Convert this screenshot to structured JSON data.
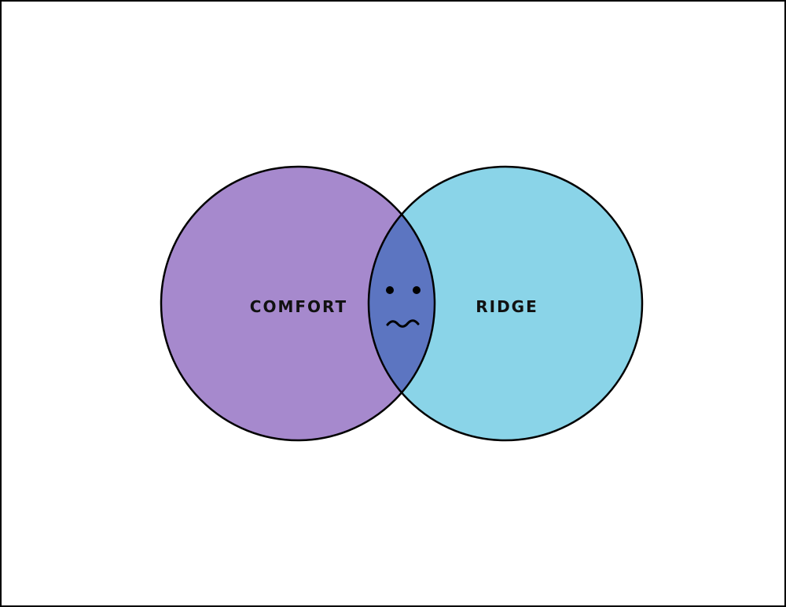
{
  "diagram": {
    "type": "venn",
    "sets": [
      {
        "label": "COMFORT",
        "color": "#a689cd"
      },
      {
        "label": "RIDGE",
        "color": "#8ad4e8"
      }
    ],
    "intersection": {
      "color": "#5c75c1",
      "icon": "worried-face-icon"
    },
    "outline_color": "#000000"
  }
}
